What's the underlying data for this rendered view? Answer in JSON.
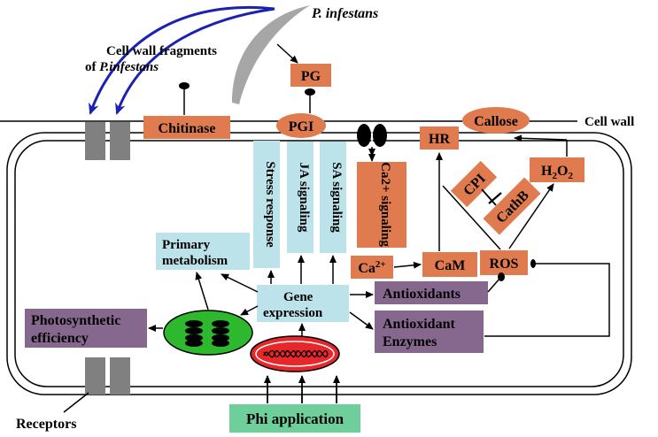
{
  "labels": {
    "pathogen": "P. infestans",
    "fragments_line1": "Cell wall fragments",
    "fragments_line2_prefix": "of ",
    "fragments_line2_italic": "P.infestans",
    "cell_wall": "Cell wall",
    "receptors": "Receptors"
  },
  "boxes": {
    "pg": "PG",
    "pgi": "PGI",
    "chitinase": "Chitinase",
    "hr": "HR",
    "callose": "Callose",
    "h2o2": "H2O2",
    "cpi": "CPI",
    "cathb": "CathB",
    "ca_signaling": "Ca2+ signaling",
    "ca2": "Ca2+",
    "cam": "CaM",
    "ros": "ROS",
    "stress_response": "Stress response",
    "ja_signaling": "JA signaling",
    "sa_signaling": "SA signaling",
    "primary_metabolism_1": "Primary",
    "primary_metabolism_2": "metabolism",
    "gene_expression_1": "Gene",
    "gene_expression_2": "expression",
    "antioxidants": "Antioxidants",
    "antioxidant_enzymes_1": "Antioxidant",
    "antioxidant_enzymes_2": "Enzymes",
    "photosynthetic_1": "Photosynthetic",
    "photosynthetic_2": "efficiency",
    "phi_application": "Phi application"
  },
  "colors": {
    "orange": "#e07b4f",
    "light_blue": "#bde3ea",
    "purple": "#86688f",
    "green_box": "#6fcf9a",
    "chloroplast": "#2db82d",
    "nucleus": "#e8272a",
    "blue_arrow": "#1c22b0",
    "receptor": "#808080",
    "pathogen": "#a6a6a6"
  }
}
